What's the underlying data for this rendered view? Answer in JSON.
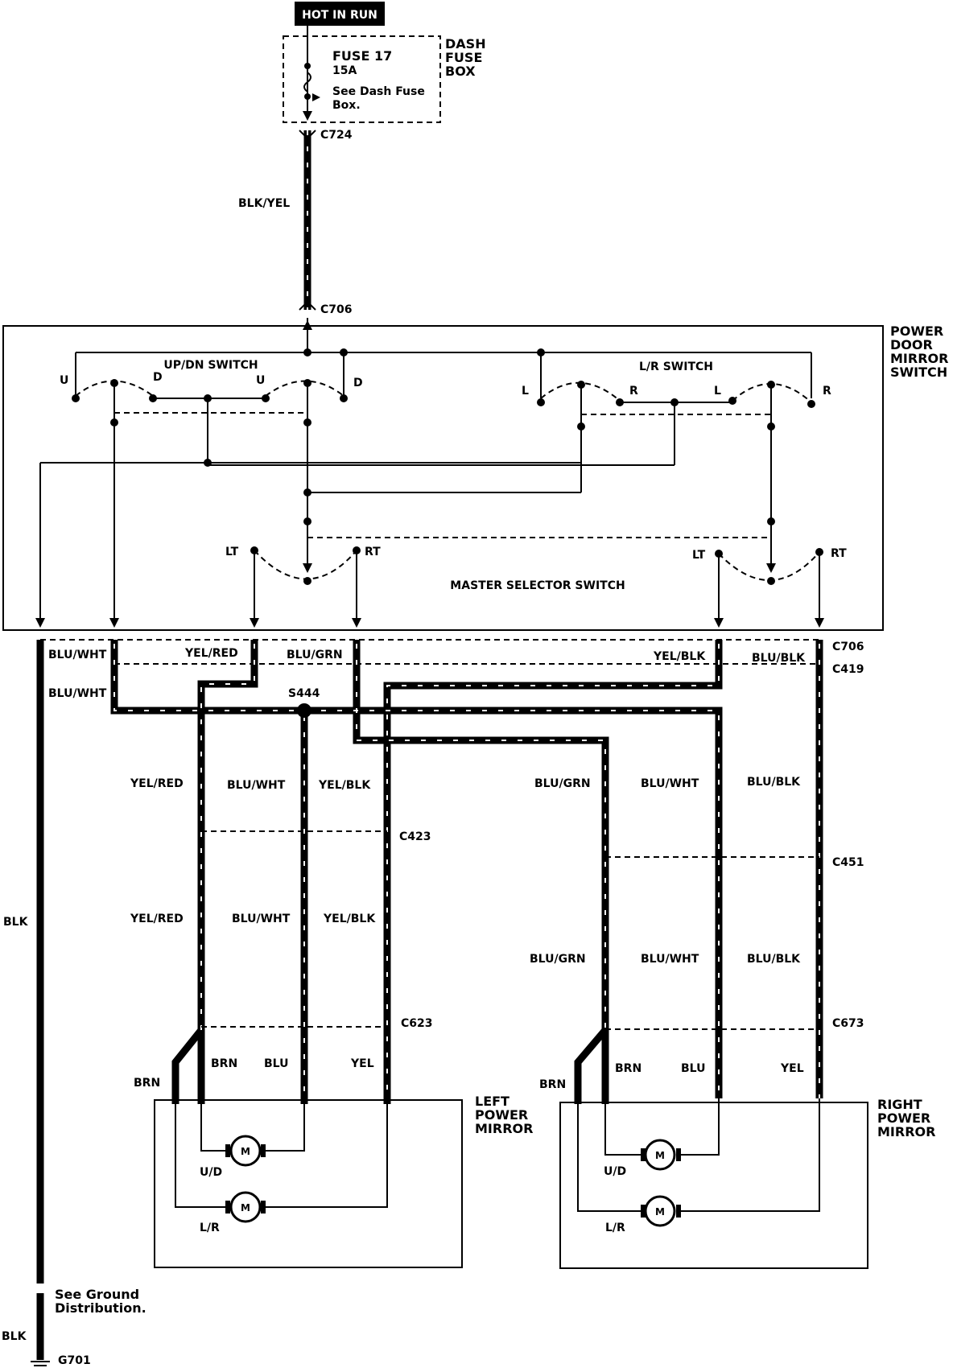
{
  "header": {
    "hot_label": "HOT IN RUN"
  },
  "fuse": {
    "box_label": [
      "DASH",
      "FUSE",
      "BOX"
    ],
    "name": "FUSE 17",
    "rating": "15A",
    "note": [
      "See Dash Fuse",
      "Box."
    ]
  },
  "connectors": {
    "c724": "C724",
    "c706_top": "C706",
    "c706_bottom": "C706",
    "c419": "C419",
    "c423": "C423",
    "c451": "C451",
    "c623": "C623",
    "c673": "C673",
    "s444": "S444",
    "g701": "G701"
  },
  "switch": {
    "title": [
      "POWER",
      "DOOR",
      "MIRROR",
      "SWITCH"
    ],
    "updn": "UP/DN SWITCH",
    "lr": "L/R SWITCH",
    "master": "MASTER SELECTOR SWITCH",
    "u1": "U",
    "d1": "D",
    "u2": "U",
    "d2": "D",
    "l1": "L",
    "r1": "R",
    "l2": "L",
    "r2": "R",
    "lt1": "LT",
    "rt1": "RT",
    "lt2": "LT",
    "rt2": "RT"
  },
  "wires": {
    "fuse_feed": "BLK/YEL",
    "top": {
      "w1": "BLU/WHT",
      "w2": "BLU/WHT",
      "w3": "YEL/RED",
      "w4": "BLU/GRN",
      "w5": "YEL/BLK",
      "w6": "BLU/BLK"
    },
    "left_upper": [
      "YEL/RED",
      "BLU/WHT",
      "YEL/BLK"
    ],
    "left_mid": [
      "YEL/RED",
      "BLU/WHT",
      "YEL/BLK"
    ],
    "left_lower": [
      "BRN",
      "BRN",
      "BLU",
      "YEL"
    ],
    "right_upper": [
      "BLU/GRN",
      "BLU/WHT",
      "BLU/BLK"
    ],
    "right_mid": [
      "BLU/GRN",
      "BLU/WHT",
      "BLU/BLK"
    ],
    "right_lower": [
      "BRN",
      "BRN",
      "BLU",
      "YEL"
    ],
    "ground_wire": "BLK",
    "ground_wire_2": "BLK"
  },
  "mirrors": {
    "left": [
      "LEFT",
      "POWER",
      "MIRROR"
    ],
    "right": [
      "RIGHT",
      "POWER",
      "MIRROR"
    ],
    "motor": "M",
    "ud": "U/D",
    "lr": "L/R"
  },
  "ground_note": [
    "See Ground",
    "Distribution."
  ]
}
